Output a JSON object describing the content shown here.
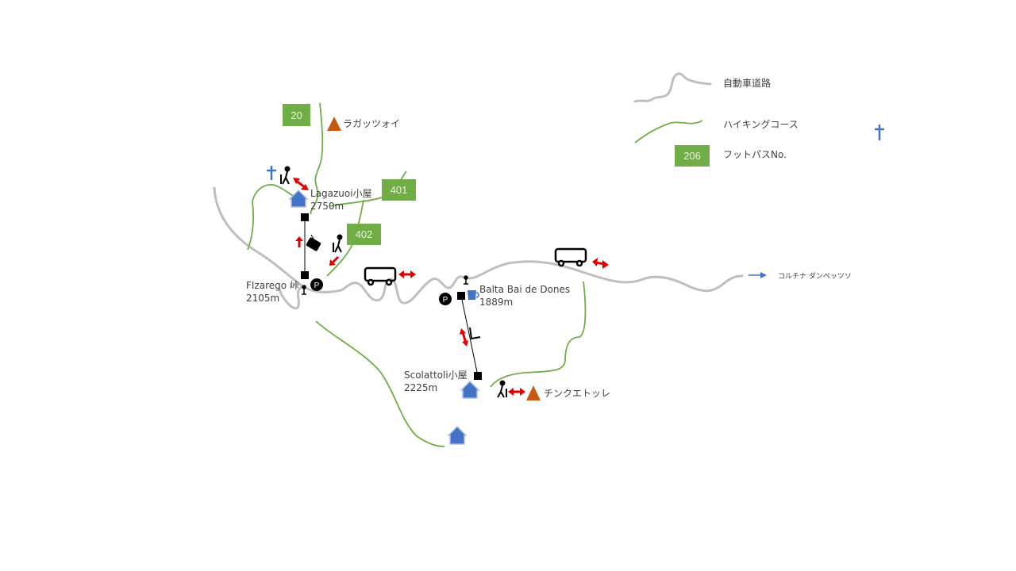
{
  "legend": {
    "road": "自動車道路",
    "trail": "ハイキングコース",
    "footpath_box": "206",
    "footpath": "フットパスNo."
  },
  "path_numbers": [
    "20",
    "401",
    "402"
  ],
  "places": {
    "lagazuoi_peak": "ラガッツォイ",
    "lagazuoi_hut": "Lagazuoi小屋",
    "lagazuoi_alt": "2750m",
    "falzarego": "FIzarego 峠",
    "falzarego_alt": "2105m",
    "bai_de_dones": "Balta Bai de Dones",
    "bai_alt": "1889m",
    "scoiattoli": "Scolattoli小屋",
    "scoiattoli_alt": "2225m",
    "cinque_torri": "チンクエトッレ",
    "cortina": "コルチナ ダンペッツソ"
  },
  "colors": {
    "trail": "#70ad47",
    "road": "#bfbfbf",
    "hut": "#4472c4",
    "peak": "#c55a11",
    "arrow": "#e00000"
  }
}
